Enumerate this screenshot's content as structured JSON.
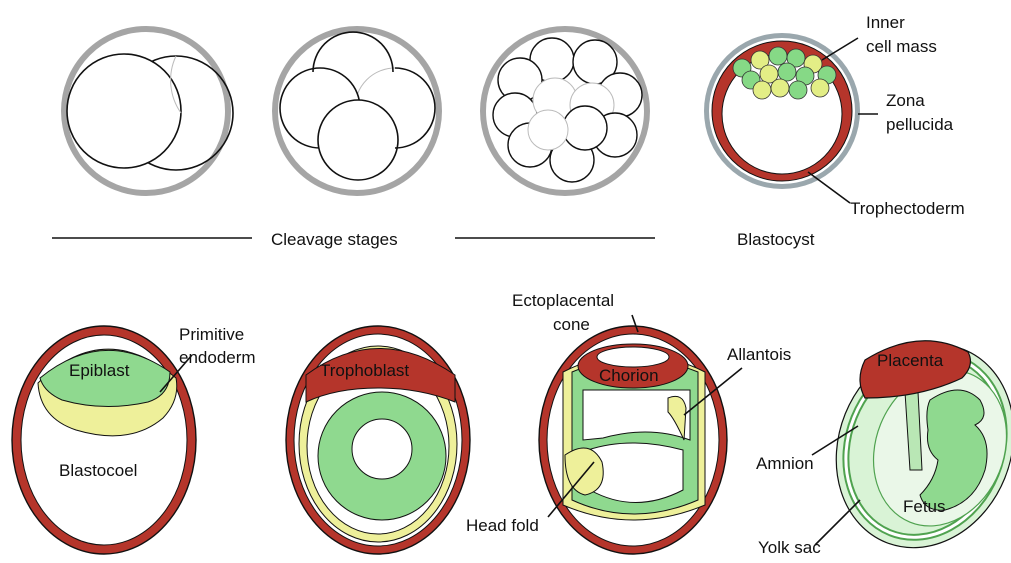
{
  "colors": {
    "zona": "#9aa7ad",
    "ring": "#a5a5a5",
    "trophectoderm": "#b5352b",
    "green": "#8fd98f",
    "light_green": "#d9f3d6",
    "yellow": "#eef09a",
    "cell_green": "#86d986",
    "cell_yellow": "#e3ee86",
    "outline": "#111111"
  },
  "top_row": {
    "cleavage_label": "Cleavage stages",
    "blastocyst_label": "Blastocyst",
    "labels": {
      "inner_cell_mass_1": "Inner",
      "inner_cell_mass_2": "cell mass",
      "zona_1": "Zona",
      "zona_2": "pellucida",
      "trophectoderm": "Trophectoderm"
    }
  },
  "bottom_row": {
    "stage1": {
      "epiblast": "Epiblast",
      "primitive_1": "Primitive",
      "primitive_2": "endoderm",
      "blastocoel": "Blastocoel"
    },
    "stage2": {
      "trophoblast": "Trophoblast"
    },
    "stage3": {
      "ecto_1": "Ectoplacental",
      "ecto_2": "cone",
      "chorion": "Chorion",
      "allantois": "Allantois",
      "head_fold": "Head fold"
    },
    "stage4": {
      "placenta": "Placenta",
      "amnion": "Amnion",
      "fetus": "Fetus",
      "yolk_sac": "Yolk sac"
    }
  }
}
